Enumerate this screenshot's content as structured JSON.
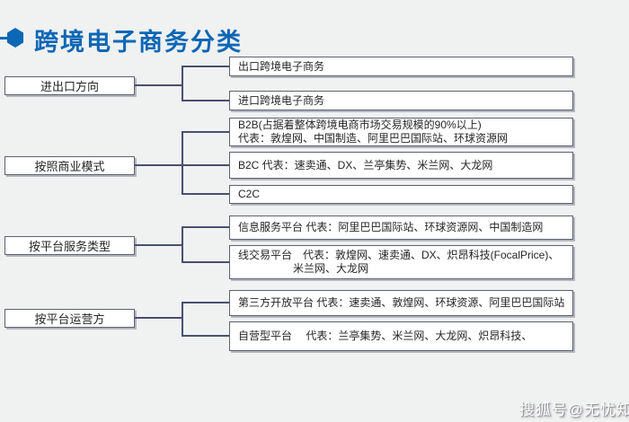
{
  "title": {
    "text": "跨境电子商务分类"
  },
  "colors": {
    "accent_blue": "#0c67b5",
    "box_border": "#5c6172",
    "connector": "#47506e",
    "background": "#f0f1f1"
  },
  "watermark": {
    "text": "搜狐号@无忧知"
  },
  "tree": {
    "groups": [
      {
        "label": "进出口方向",
        "children": [
          {
            "lines": [
              "出口跨境电子商务"
            ]
          },
          {
            "lines": [
              "进口跨境电子商务"
            ]
          }
        ]
      },
      {
        "label": "按照商业模式",
        "children": [
          {
            "lines": [
              "B2B(占据着整体跨境电商市场交易规模的90%以上)",
              "代表：敦煌网、中国制造、阿里巴巴国际站、环球资源网"
            ]
          },
          {
            "lines": [
              "B2C  代表：速卖通、DX、兰亭集势、米兰网、大龙网"
            ]
          },
          {
            "lines": [
              "C2C"
            ]
          }
        ]
      },
      {
        "label": "按平台服务类型",
        "children": [
          {
            "lines": [
              "信息服务平台 代表：阿里巴巴国际站、环球资源网、中国制造网"
            ]
          },
          {
            "lines": [
              "线交易平台　代表：敦煌网、速卖通、DX、炽昂科技(FocalPrice)、",
              "米兰网、大龙网"
            ]
          }
        ]
      },
      {
        "label": "按平台运营方",
        "children": [
          {
            "lines": [
              "第三方开放平台 代表：速卖通、敦煌网、环球资源、阿里巴巴国际站"
            ]
          },
          {
            "lines": [
              "自营型平台　 代表：兰亭集势、米兰网、大龙网、炽昂科技、"
            ]
          }
        ]
      }
    ]
  }
}
